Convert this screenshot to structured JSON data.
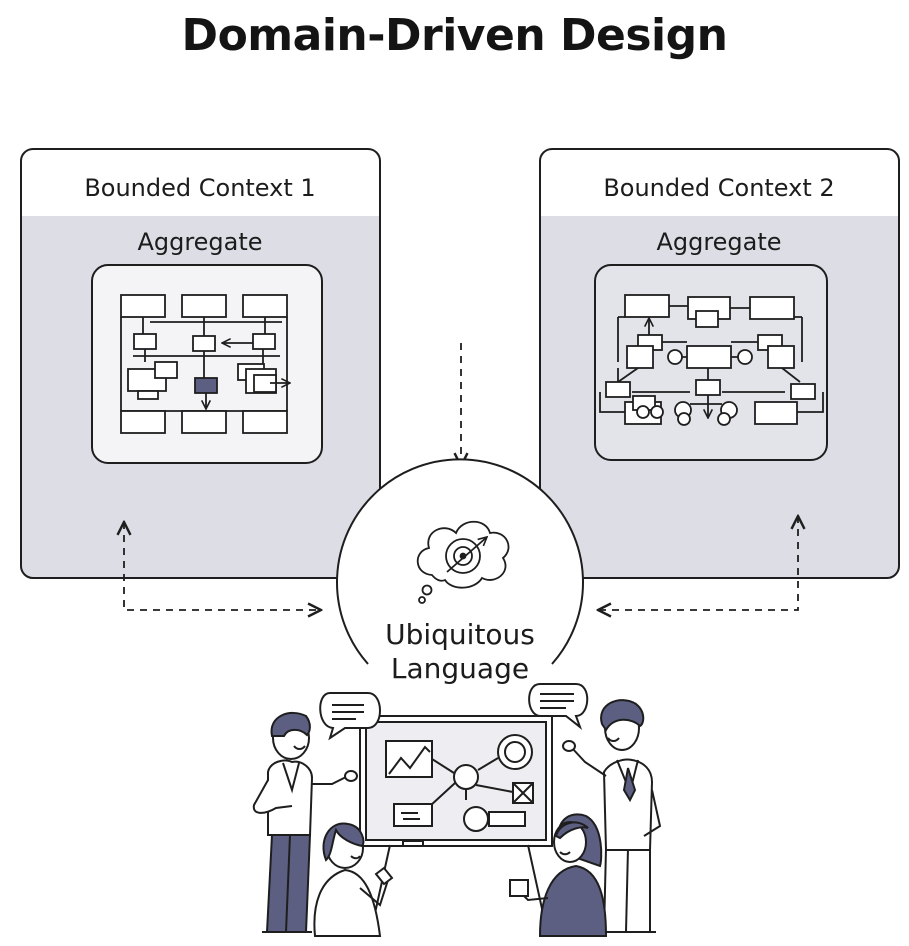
{
  "title": "Domain-Driven Design",
  "contexts": [
    {
      "name": "Bounded Context 1",
      "aggregate_label": "Aggregate"
    },
    {
      "name": "Bounded Context 2",
      "aggregate_label": "Aggregate"
    }
  ],
  "center": {
    "line1": "Ubiquitous",
    "line2": "Language",
    "icon": "thought-cloud-target-icon"
  },
  "colors": {
    "panel_fill": "#dddde6",
    "accent": "#5c5f82",
    "stroke": "#1e1e1e"
  }
}
